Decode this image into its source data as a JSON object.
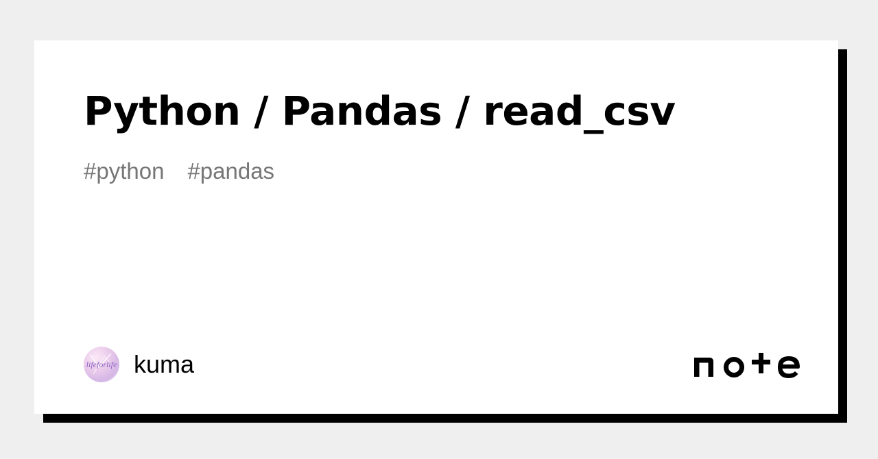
{
  "article": {
    "title": "Python / Pandas / read_csv",
    "tags": [
      "#python",
      "#pandas"
    ]
  },
  "author": {
    "name": "kuma",
    "avatar_text": "lifeforlife"
  },
  "brand": {
    "logo_text": "note",
    "logo_icon": "note-logo-icon"
  },
  "colors": {
    "background": "#efefef",
    "card": "#ffffff",
    "shadow": "#000000",
    "title": "#000000",
    "tag": "#767676"
  }
}
